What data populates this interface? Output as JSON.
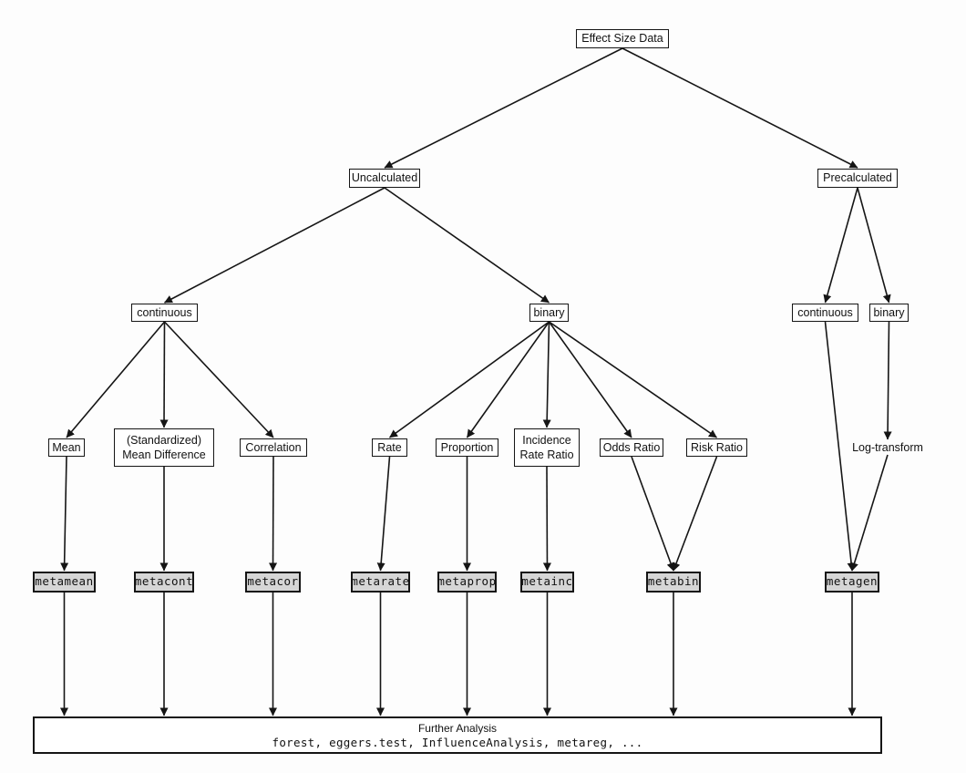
{
  "diagram": {
    "description_colors": {
      "node_border": "#151515",
      "code_node_fill": "#d6d6d6",
      "background": "#fdfdfd",
      "edge_color": "#151515"
    }
  },
  "nodes": {
    "effect_size_data": {
      "label": "Effect Size Data"
    },
    "uncalculated": {
      "label": "Uncalculated"
    },
    "precalculated": {
      "label": "Precalculated"
    },
    "continuous_left": {
      "label": "continuous"
    },
    "binary_center": {
      "label": "binary"
    },
    "continuous_right": {
      "label": "continuous"
    },
    "binary_right": {
      "label": "binary"
    },
    "mean": {
      "label": "Mean"
    },
    "smd": {
      "label": "(Standardized)\nMean Difference"
    },
    "correlation": {
      "label": "Correlation"
    },
    "rate": {
      "label": "Rate"
    },
    "proportion": {
      "label": "Proportion"
    },
    "irr": {
      "label": "Incidence\nRate Ratio"
    },
    "odds_ratio": {
      "label": "Odds Ratio"
    },
    "risk_ratio": {
      "label": "Risk Ratio"
    },
    "log_transform": {
      "label": "Log-transform"
    },
    "metamean": {
      "label": "metamean"
    },
    "metacont": {
      "label": "metacont"
    },
    "metacor": {
      "label": "metacor"
    },
    "metarate": {
      "label": "metarate"
    },
    "metaprop": {
      "label": "metaprop"
    },
    "metainc": {
      "label": "metainc"
    },
    "metabin": {
      "label": "metabin"
    },
    "metagen": {
      "label": "metagen"
    }
  },
  "further_analysis": {
    "title": "Further Analysis",
    "code_line": "forest, eggers.test, InfluenceAnalysis, metareg, ..."
  },
  "edges": [
    {
      "from": "effect_size_data",
      "to": "uncalculated"
    },
    {
      "from": "effect_size_data",
      "to": "precalculated"
    },
    {
      "from": "uncalculated",
      "to": "continuous_left"
    },
    {
      "from": "uncalculated",
      "to": "binary_center"
    },
    {
      "from": "precalculated",
      "to": "continuous_right"
    },
    {
      "from": "precalculated",
      "to": "binary_right"
    },
    {
      "from": "continuous_left",
      "to": "mean"
    },
    {
      "from": "continuous_left",
      "to": "smd"
    },
    {
      "from": "continuous_left",
      "to": "correlation"
    },
    {
      "from": "binary_center",
      "to": "rate"
    },
    {
      "from": "binary_center",
      "to": "proportion"
    },
    {
      "from": "binary_center",
      "to": "irr"
    },
    {
      "from": "binary_center",
      "to": "odds_ratio"
    },
    {
      "from": "binary_center",
      "to": "risk_ratio"
    },
    {
      "from": "binary_right",
      "to": "log_transform"
    },
    {
      "from": "mean",
      "to": "metamean"
    },
    {
      "from": "smd",
      "to": "metacont"
    },
    {
      "from": "correlation",
      "to": "metacor"
    },
    {
      "from": "rate",
      "to": "metarate"
    },
    {
      "from": "proportion",
      "to": "metaprop"
    },
    {
      "from": "irr",
      "to": "metainc"
    },
    {
      "from": "odds_ratio",
      "to": "metabin"
    },
    {
      "from": "risk_ratio",
      "to": "metabin"
    },
    {
      "from": "continuous_right",
      "to": "metagen"
    },
    {
      "from": "log_transform",
      "to": "metagen"
    },
    {
      "from": "metamean",
      "to": "further_analysis"
    },
    {
      "from": "metacont",
      "to": "further_analysis"
    },
    {
      "from": "metacor",
      "to": "further_analysis"
    },
    {
      "from": "metarate",
      "to": "further_analysis"
    },
    {
      "from": "metaprop",
      "to": "further_analysis"
    },
    {
      "from": "metainc",
      "to": "further_analysis"
    },
    {
      "from": "metabin",
      "to": "further_analysis"
    },
    {
      "from": "metagen",
      "to": "further_analysis"
    }
  ]
}
